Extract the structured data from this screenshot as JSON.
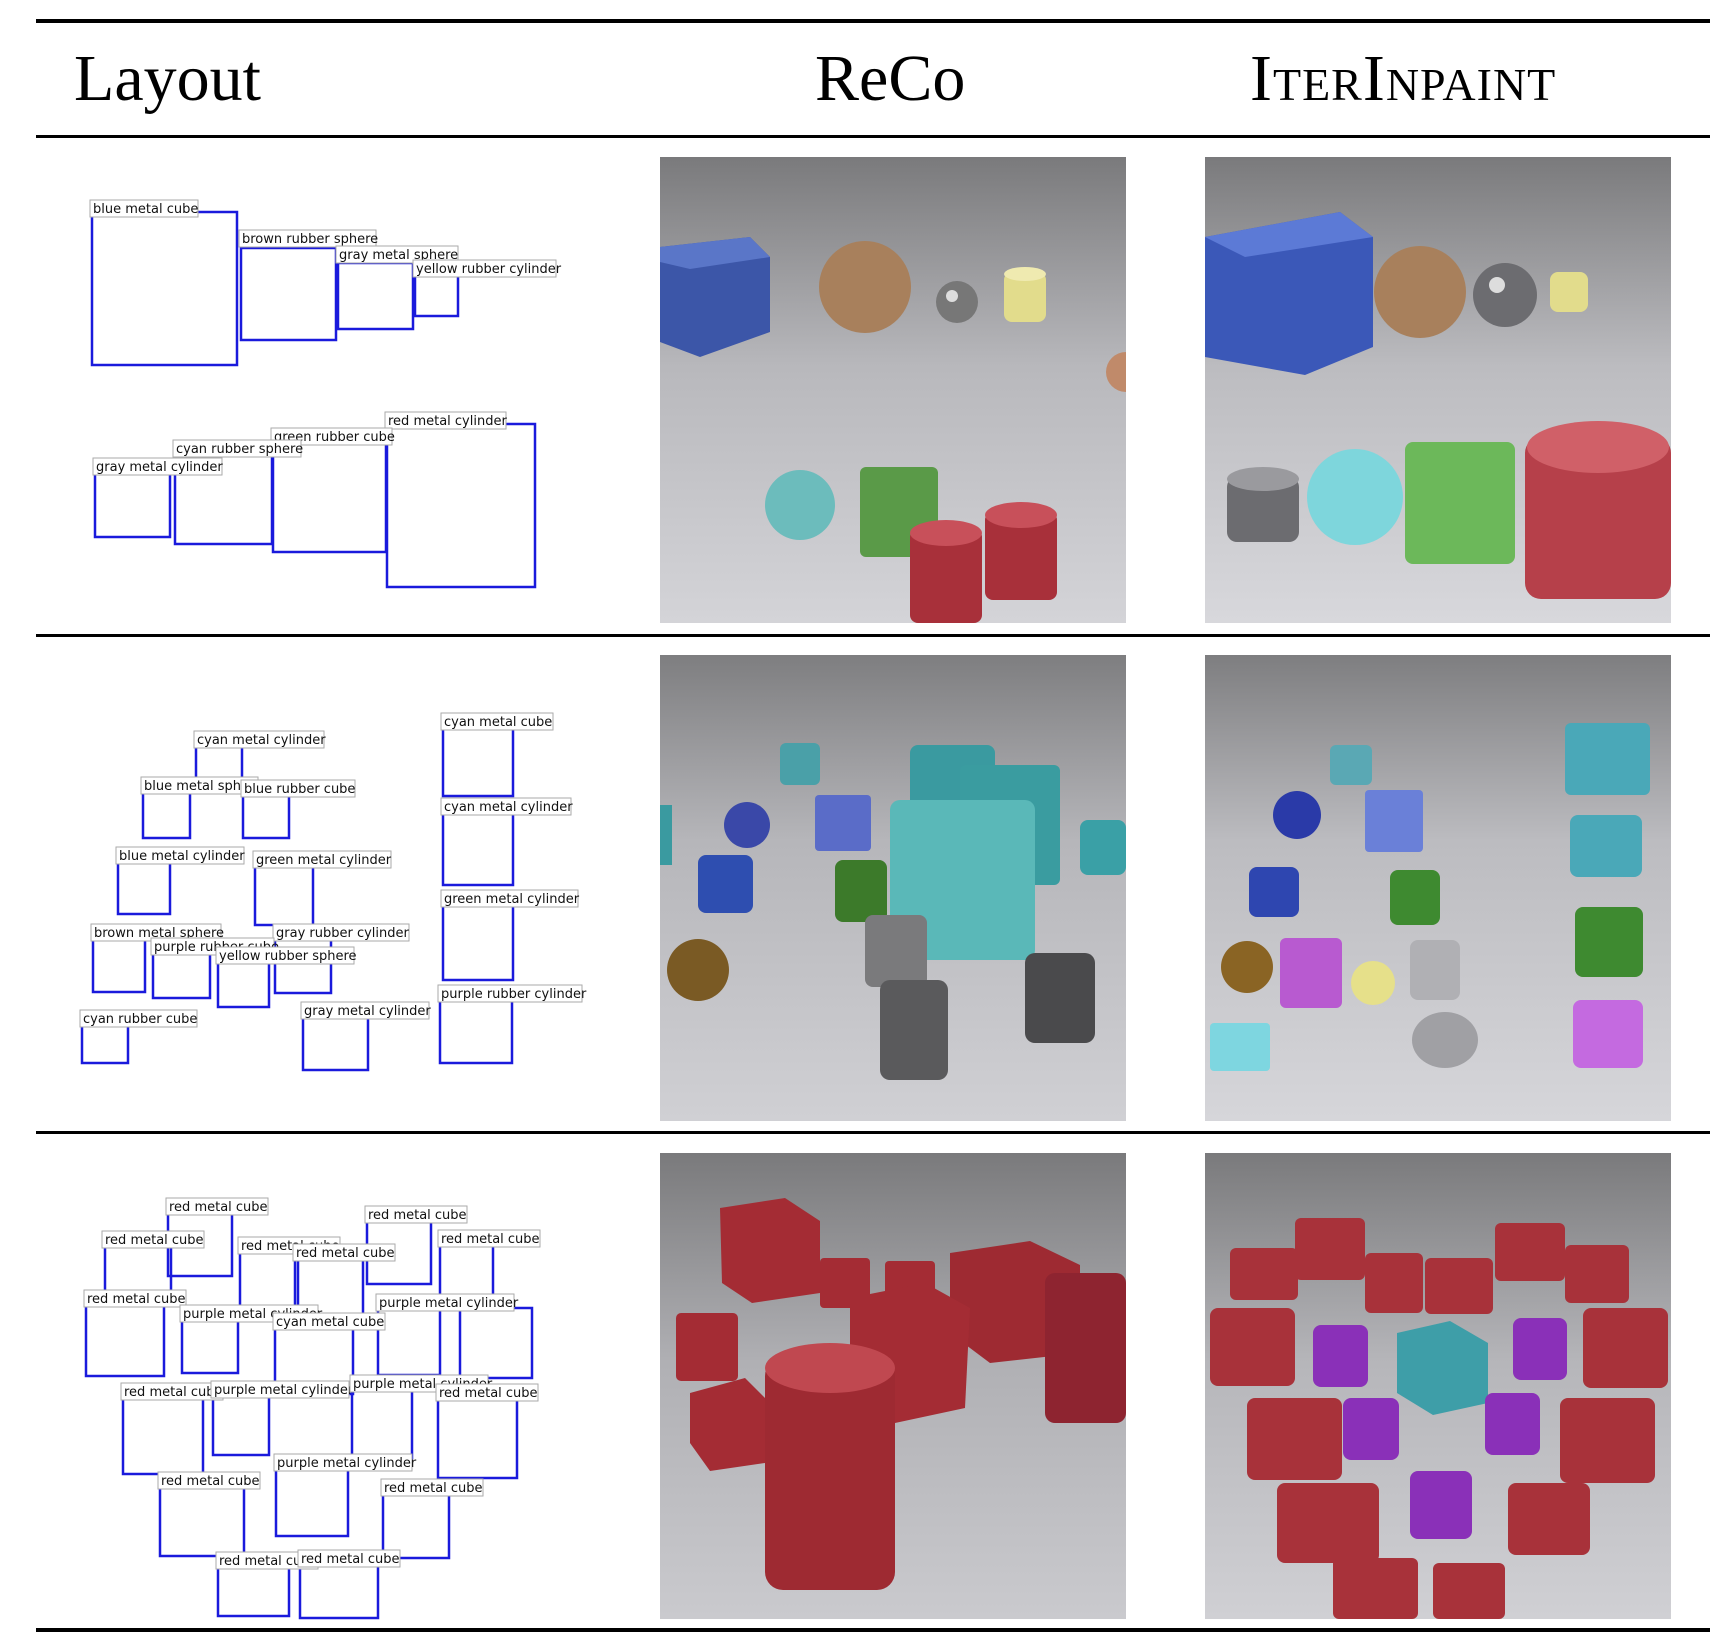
{
  "headers": {
    "layout": "Layout",
    "reco": "ReCo",
    "iterinpaint": "IterInpaint"
  },
  "rows": [
    {
      "labels": [
        "blue metal cube",
        "brown rubber sphere",
        "gray metal sphere",
        "yellow rubber cylinder",
        "red metal cylinder",
        "green rubber cube",
        "cyan rubber sphere",
        "gray metal cylinder"
      ]
    },
    {
      "labels": [
        "cyan metal cube",
        "cyan metal cylinder",
        "blue metal sphere",
        "blue rubber cube",
        "cyan metal cylinder",
        "blue metal cylinder",
        "green metal cylinder",
        "green metal cylinder",
        "brown metal sphere",
        "gray rubber cylinder",
        "purple rubber cube",
        "yellow rubber sphere",
        "purple rubber cylinder",
        "gray metal cylinder",
        "cyan rubber cube"
      ]
    },
    {
      "labels": [
        "red metal cube",
        "red metal cube",
        "red metal cube",
        "red metal cube",
        "red metal cube",
        "red metal cube",
        "red metal cube",
        "purple metal cylinder",
        "purple metal cylinder",
        "cyan metal cube",
        "red metal cube",
        "purple metal cylinder",
        "purple metal cylinder",
        "red metal cube",
        "purple metal cylinder",
        "red metal cube",
        "red metal cube",
        "red metal cube",
        "red metal cube"
      ]
    }
  ],
  "colors": {
    "box": "#1a1adc",
    "rule": "#000000"
  }
}
